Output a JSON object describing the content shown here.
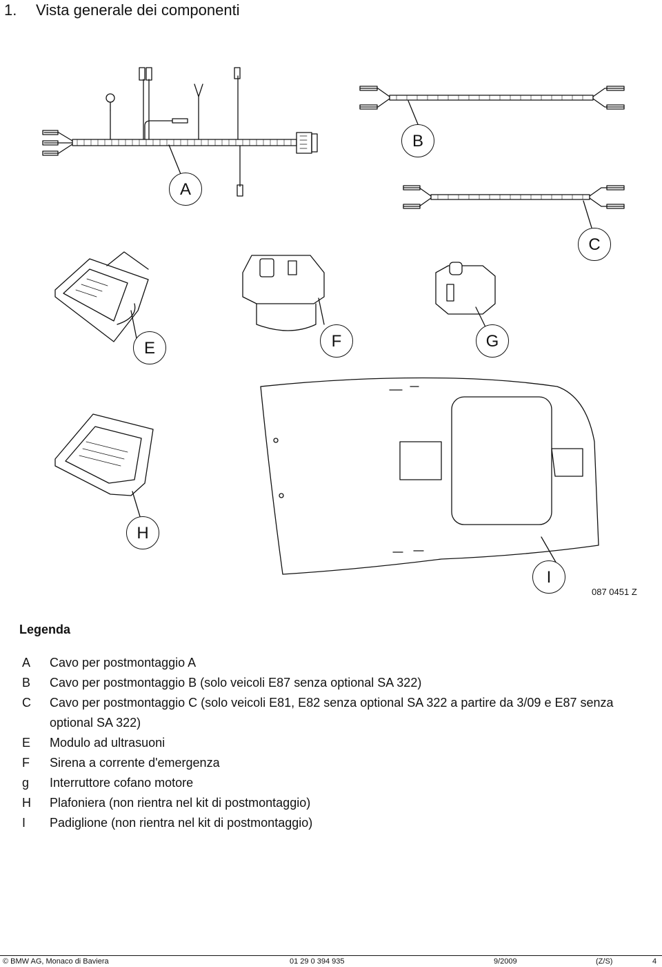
{
  "header": {
    "number": "1.",
    "title": "Vista generale dei componenti"
  },
  "figure": {
    "callouts": [
      "A",
      "B",
      "C",
      "E",
      "F",
      "G",
      "H",
      "I"
    ],
    "reference": "087 0451 Z"
  },
  "legend": {
    "title": "Legenda",
    "items": [
      {
        "key": "A",
        "text": "Cavo per postmontaggio A"
      },
      {
        "key": "B",
        "text": "Cavo per postmontaggio B (solo veicoli E87 senza optional SA 322)"
      },
      {
        "key": "C",
        "text": "Cavo per postmontaggio C (solo veicoli E81, E82 senza optional SA 322 a partire da 3/09 e E87 senza optional SA 322)"
      },
      {
        "key": "E",
        "text": "Modulo ad ultrasuoni"
      },
      {
        "key": "F",
        "text": "Sirena a corrente d'emergenza"
      },
      {
        "key": "g",
        "text": "Interruttore cofano motore"
      },
      {
        "key": "H",
        "text": "Plafoniera (non rientra nel kit di postmontaggio)"
      },
      {
        "key": "I",
        "text": "Padiglione (non rientra nel kit di postmontaggio)"
      }
    ]
  },
  "footer": {
    "copyright": "© BMW AG, Monaco di Baviera",
    "doc_number": "01 29 0 394 935",
    "date": "9/2009",
    "code": "(Z/S)",
    "page": "4"
  }
}
